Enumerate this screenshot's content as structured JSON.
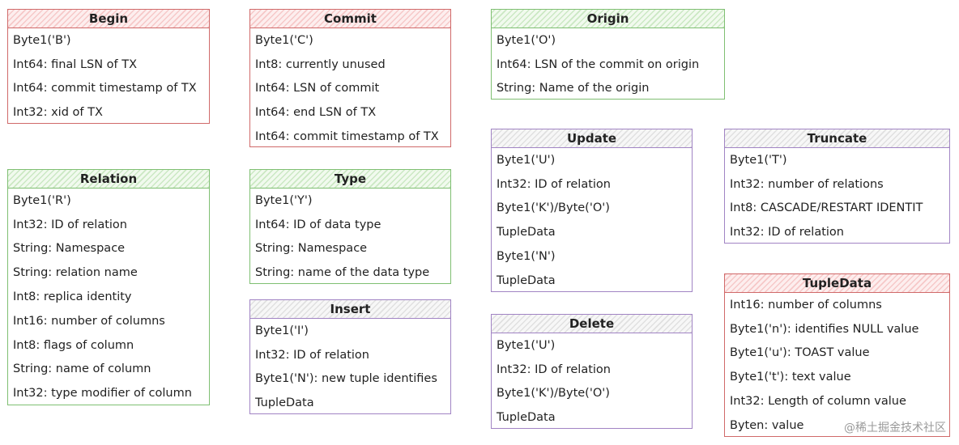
{
  "boxes": {
    "begin": {
      "title": "Begin",
      "rows": [
        "Byte1('B')",
        "Int64: final LSN of TX",
        "Int64: commit timestamp of TX",
        "Int32: xid of TX"
      ]
    },
    "commit": {
      "title": "Commit",
      "rows": [
        "Byte1('C')",
        "Int8: currently unused",
        "Int64: LSN of commit",
        "Int64: end LSN of TX",
        "Int64: commit timestamp of TX"
      ]
    },
    "origin": {
      "title": "Origin",
      "rows": [
        "Byte1('O')",
        "Int64: LSN of the commit on origin",
        "String: Name of the origin"
      ]
    },
    "relation": {
      "title": "Relation",
      "rows": [
        "Byte1('R')",
        "Int32: ID of relation",
        "String: Namespace",
        "String: relation name",
        "Int8: replica identity",
        "Int16: number of columns",
        "Int8: flags of column",
        "String: name of column",
        "Int32: type modifier of column"
      ]
    },
    "type": {
      "title": "Type",
      "rows": [
        "Byte1('Y')",
        "Int64: ID of data type",
        "String: Namespace",
        "String: name of the data type"
      ]
    },
    "insert": {
      "title": "Insert",
      "rows": [
        "Byte1('I')",
        "Int32: ID of relation",
        "Byte1('N'): new tuple identifies",
        "TupleData"
      ]
    },
    "update": {
      "title": "Update",
      "rows": [
        "Byte1('U')",
        "Int32: ID of relation",
        "Byte1('K')/Byte('O')",
        "TupleData",
        "Byte1('N')",
        "TupleData"
      ]
    },
    "delete": {
      "title": "Delete",
      "rows": [
        "Byte1('U')",
        "Int32: ID of relation",
        "Byte1('K')/Byte('O')",
        "TupleData"
      ]
    },
    "truncate": {
      "title": "Truncate",
      "rows": [
        "Byte1('T')",
        "Int32: number of relations",
        "Int8: CASCADE/RESTART IDENTIT",
        "Int32: ID of relation"
      ]
    },
    "tupledata": {
      "title": "TupleData",
      "rows": [
        "Int16: number of columns",
        "Byte1('n'): identifies NULL value",
        "Byte1('u'): TOAST value",
        "Byte1('t'): text value",
        "Int32: Length of column value",
        "Byten: value"
      ]
    }
  },
  "colors": {
    "red": "#d06a6a",
    "green": "#7fbf72",
    "purple": "#a184c4"
  },
  "watermark": "@稀土掘金技术社区"
}
